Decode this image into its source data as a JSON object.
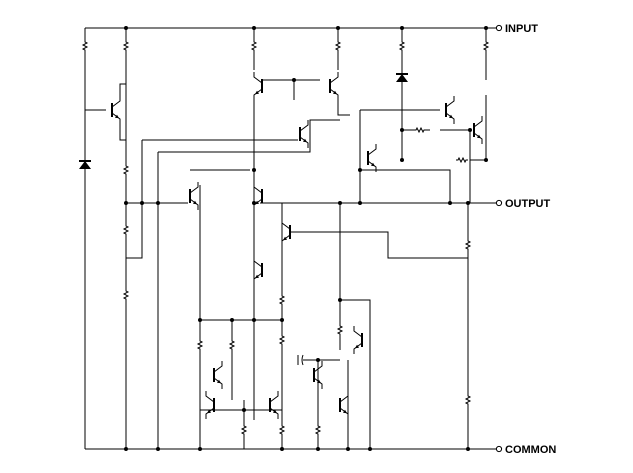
{
  "diagram": {
    "terminals": {
      "input": "INPUT",
      "output": "OUTPUT",
      "common": "COMMON"
    }
  }
}
